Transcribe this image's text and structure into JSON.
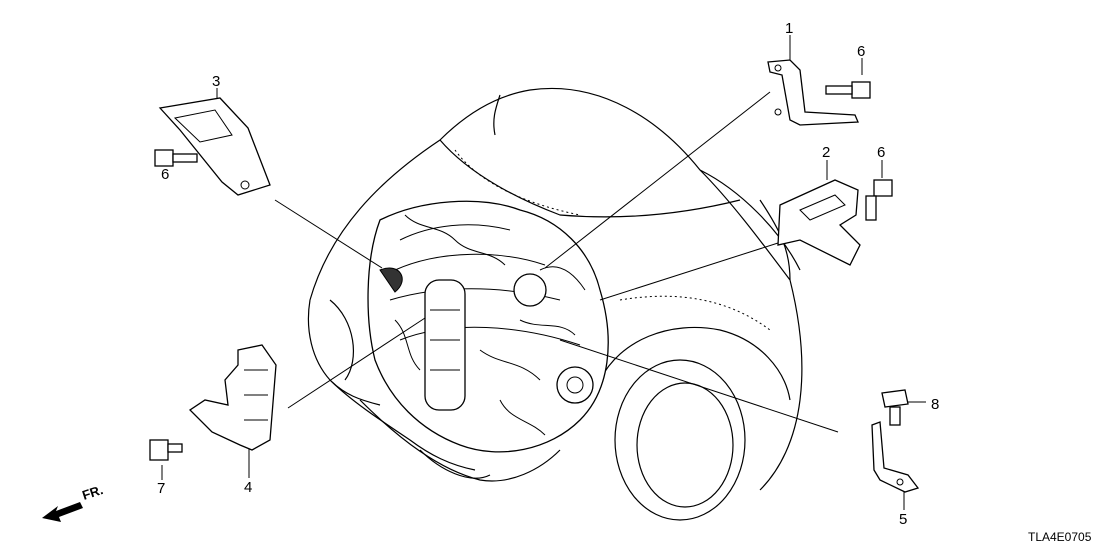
{
  "diagram": {
    "callouts": [
      {
        "id": "1",
        "label": "1"
      },
      {
        "id": "2",
        "label": "2"
      },
      {
        "id": "3",
        "label": "3"
      },
      {
        "id": "4",
        "label": "4"
      },
      {
        "id": "5",
        "label": "5"
      },
      {
        "id": "6a",
        "label": "6"
      },
      {
        "id": "6b",
        "label": "6"
      },
      {
        "id": "6c",
        "label": "6"
      },
      {
        "id": "7",
        "label": "7"
      },
      {
        "id": "8",
        "label": "8"
      }
    ],
    "front_indicator": "FR.",
    "diagram_code": "TLA4E0705"
  }
}
